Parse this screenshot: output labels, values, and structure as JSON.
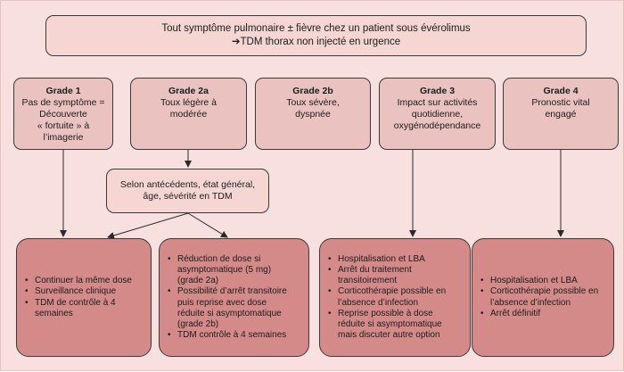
{
  "header": {
    "line1": "Tout symptôme pulmonaire ± fièvre chez un patient sous évérolimus",
    "arrow": "➔",
    "line2": "TDM thorax non injecté en urgence"
  },
  "grades": [
    {
      "title": "Grade 1",
      "lines": [
        "Pas de symptôme =",
        "Découverte",
        "« fortuite » à",
        "l’imagerie"
      ]
    },
    {
      "title": "Grade 2a",
      "lines": [
        "Toux légère à",
        "modérée"
      ]
    },
    {
      "title": "Grade 2b",
      "lines": [
        "Toux sévère,",
        "dyspnée"
      ]
    },
    {
      "title": "Grade 3",
      "lines": [
        "Impact sur activités",
        "quotidienne,",
        "oxygénodépendance"
      ]
    },
    {
      "title": "Grade 4",
      "lines": [
        "Pronostic vital",
        "engagé"
      ]
    }
  ],
  "condition": {
    "lines": [
      "Selon antécédents, état général,",
      "âge, sévérité en TDM"
    ]
  },
  "outcomes": [
    {
      "items": [
        [
          "Continuer la même dose"
        ],
        [
          "Surveillance clinique"
        ],
        [
          "TDM de contrôle à 4",
          "semaines"
        ]
      ]
    },
    {
      "items": [
        [
          "Réduction de dose si",
          "asymptomatique (5 mg)",
          "(grade 2a)"
        ],
        [
          "Possibilité d’arrêt transitoire",
          "puis reprise avec dose",
          "réduite si asymptomatique",
          "(grade 2b)"
        ],
        [
          "TDM contrôle à 4 semaines"
        ]
      ]
    },
    {
      "items": [
        [
          "Hospitalisation et LBA"
        ],
        [
          "Arrêt du traitement",
          "transitoirement"
        ],
        [
          "Corticothérapie possible en",
          "l’absence d’infection"
        ],
        [
          "Reprise possible à dose",
          "réduite si asymptomatique",
          "mais discuter autre option"
        ]
      ]
    },
    {
      "items": [
        [
          "Hospitalisation et LBA"
        ],
        [
          "Corticothérapie possible en",
          "l’absence d’infection"
        ],
        [
          "Arrêt définitif"
        ]
      ]
    }
  ],
  "colors": {
    "page_background": "#f7e0de",
    "grade_box": "#eac2bf",
    "light_box": "#f6d6d3",
    "outcome_box": "#d48a88",
    "stroke": "#3a3a3a"
  }
}
